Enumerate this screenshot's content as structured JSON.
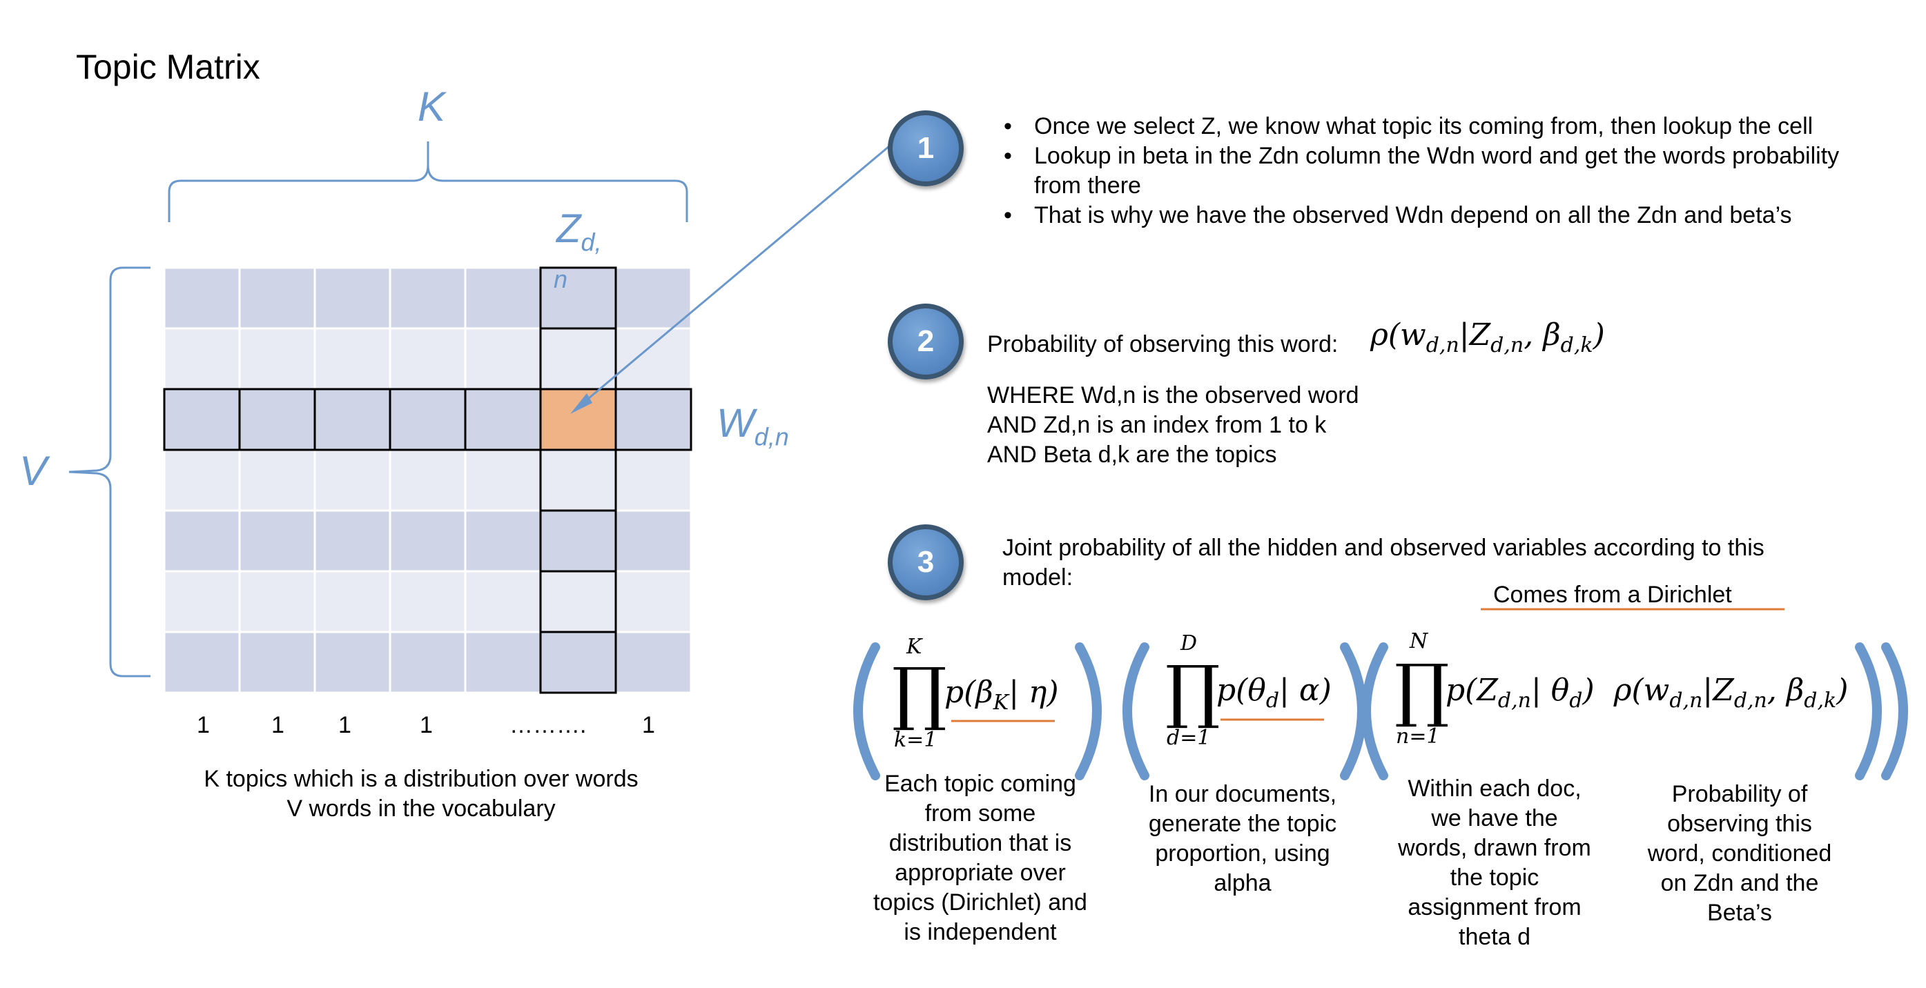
{
  "title": "Topic Matrix",
  "matrix": {
    "k_label": "K",
    "v_label": "V",
    "z_label_main": "Z",
    "z_label_sub": "d,",
    "z_label_sub2": "n",
    "w_label_main": "W",
    "w_label_sub": "d,n",
    "column_labels": [
      "1",
      "1",
      "1",
      "1",
      "……….",
      "1"
    ],
    "caption_line1": "K topics which is a distribution over words",
    "caption_line2": "V words in the vocabulary"
  },
  "steps": {
    "step1": {
      "number": "1",
      "bullets": [
        "Once we select Z, we know what topic its coming from, then lookup the cell",
        "Lookup in beta in the Zdn column the Wdn word and get the words probability from there",
        "That is why we have the observed Wdn depend on all the Zdn and beta’s"
      ]
    },
    "step2": {
      "number": "2",
      "lead": "Probability of observing this word:",
      "formula": "ρ(w_{d,n}|Z_{d,n}, β_{d,k})",
      "where_lines": [
        "WHERE Wd,n is the observed word",
        "AND Zd,n is an index from 1 to k",
        "AND Beta d,k are the topics"
      ]
    },
    "step3": {
      "number": "3",
      "lead_line1": "Joint probability of all the hidden and observed variables according to this",
      "lead_line2": "model:",
      "dirichlet_note": "Comes from a Dirichlet",
      "products": [
        {
          "upper": "K",
          "lower": "k=1",
          "term": "p(β_K| η)"
        },
        {
          "upper": "D",
          "lower": "d=1",
          "term": "p(θ_d| α)"
        },
        {
          "upper": "N",
          "lower": "n=1",
          "term": "p(Z_{d,n}| θ_d) ρ(w_{d,n}|Z_{d,n}, β_{d,k})"
        }
      ],
      "captions": [
        [
          "Each topic coming",
          "from some",
          "distribution that is",
          "appropriate over",
          "topics (Dirichlet) and",
          "is independent"
        ],
        [
          "In our documents,",
          "generate the topic",
          "proportion, using",
          "alpha"
        ],
        [
          "Within each doc,",
          "we have the",
          "words, drawn from",
          "the topic",
          "assignment from",
          "theta d"
        ],
        [
          "Probability of",
          "observing this",
          "word, conditioned",
          "on Zdn and the",
          "Beta’s"
        ]
      ]
    }
  },
  "colors": {
    "cell_dark": "#cfd5e7",
    "cell_light": "#e9ebf4",
    "highlight": "#efb386",
    "accent_blue": "#6a98cc",
    "underline_orange": "#e07b39"
  }
}
